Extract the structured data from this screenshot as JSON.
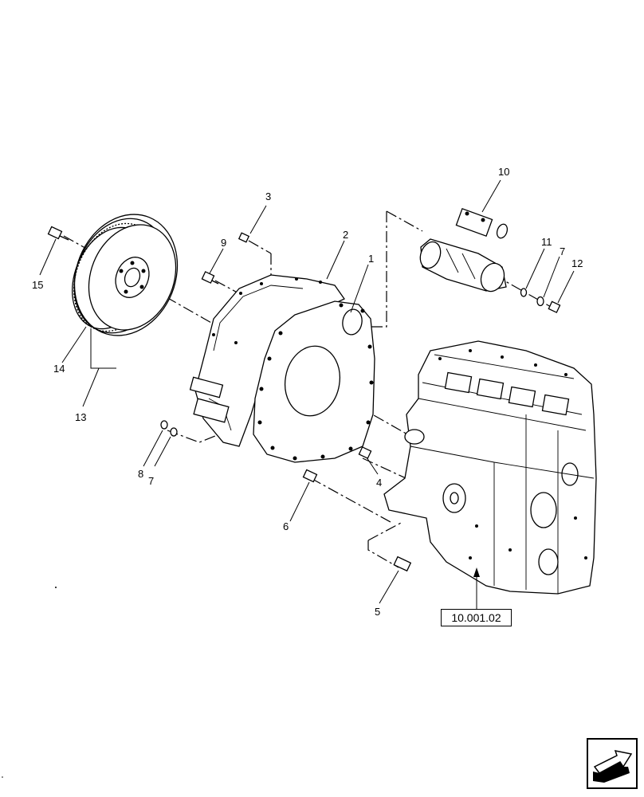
{
  "callouts": {
    "c1": "1",
    "c2": "2",
    "c3": "3",
    "c4": "4",
    "c5": "5",
    "c6": "6",
    "c7a": "7",
    "c7b": "7",
    "c8": "8",
    "c9": "9",
    "c10": "10",
    "c11": "11",
    "c12": "12",
    "c13": "13",
    "c14": "14",
    "c15": "15"
  },
  "reference": {
    "label": "10.001.02"
  },
  "nav": {
    "icon": "next-page-arrow-icon"
  }
}
